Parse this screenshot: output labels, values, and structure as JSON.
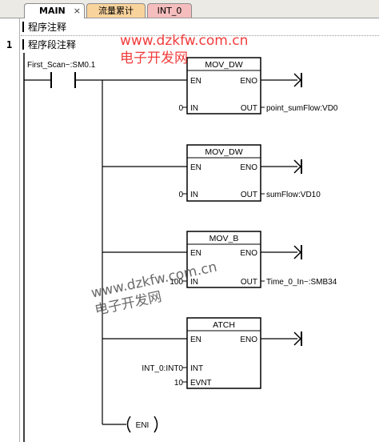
{
  "tabs": [
    {
      "label": "MAIN",
      "close": "×",
      "active": true
    },
    {
      "label": "流量累计",
      "active": false
    },
    {
      "label": "INT_0",
      "active": false
    }
  ],
  "program_comment": "程序注释",
  "network": {
    "number": "1",
    "comment": "程序段注释",
    "contact": "First_Scan~:SM0.1",
    "blocks": [
      {
        "title": "MOV_DW",
        "en": "EN",
        "eno": "ENO",
        "in_pin": "IN",
        "out_pin": "OUT",
        "in_value": "0",
        "out_value": "point_sumFlow:VD0"
      },
      {
        "title": "MOV_DW",
        "en": "EN",
        "eno": "ENO",
        "in_pin": "IN",
        "out_pin": "OUT",
        "in_value": "0",
        "out_value": "sumFlow:VD10"
      },
      {
        "title": "MOV_B",
        "en": "EN",
        "eno": "ENO",
        "in_pin": "IN",
        "out_pin": "OUT",
        "in_value": "100",
        "out_value": "Time_0_In~:SMB34"
      },
      {
        "title": "ATCH",
        "en": "EN",
        "eno": "ENO",
        "int_pin": "INT",
        "evnt_pin": "EVNT",
        "int_value": "INT_0:INT0",
        "evnt_value": "10"
      }
    ],
    "coil": "ENI"
  },
  "watermark": {
    "url": "www.dzkfw.com.cn",
    "name": "电子开发网"
  },
  "colors": {
    "tab_flow": "#f9d39c",
    "tab_int0": "#f5bdbd",
    "watermark_red": "#f23c3c",
    "watermark_gray": "#505050"
  }
}
